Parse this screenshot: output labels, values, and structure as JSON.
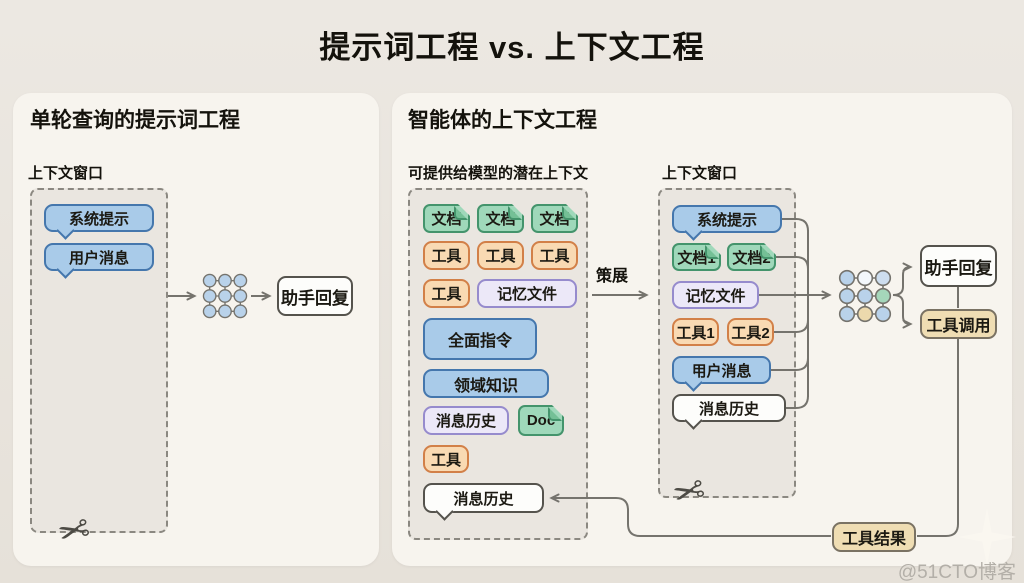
{
  "title": "提示词工程 vs. 上下文工程",
  "watermark": "@51CTO博客",
  "icons": {
    "scissors": "✂"
  },
  "colors": {
    "background": "#e8e4dc",
    "card": "#f7f4ee",
    "dashed_box": "#eae6e0",
    "blue_fill": "#a9cbe9",
    "blue_border": "#4577ad",
    "green_fill": "#9fd8ba",
    "green_border": "#44946c",
    "orange_fill": "#f9dab3",
    "orange_border": "#d28048",
    "purple_fill": "#ece8f8",
    "purple_border": "#968bcd",
    "tan_fill": "#efddb3",
    "tan_border": "#7a7263",
    "line": "#75736d",
    "node_blue": "#b9d2ea",
    "node_green": "#a5d6ba",
    "node_tan": "#ecd9ad",
    "node_white": "#f3f7fb"
  },
  "left": {
    "heading": "单轮查询的提示词工程",
    "window_label": "上下文窗口",
    "system_prompt": "系统提示",
    "user_message": "用户消息",
    "assistant_reply": "助手回复"
  },
  "right": {
    "heading": "智能体的上下文工程",
    "potential_label": "可提供给模型的潜在上下文",
    "window_label": "上下文窗口",
    "curation": "策展",
    "potential": {
      "docs": [
        "文档",
        "文档",
        "文档"
      ],
      "tools_row": [
        "工具",
        "工具",
        "工具"
      ],
      "tool_single1": "工具",
      "memory_file": "记忆文件",
      "full_instructions": "全面指令",
      "domain_knowledge": "领域知识",
      "message_history": "消息历史",
      "doc_en": "Doc",
      "tool_single2": "工具",
      "message_history_bubble": "消息历史"
    },
    "window": {
      "system_prompt": "系统提示",
      "docs": [
        "文档1",
        "文档2"
      ],
      "memory_file": "记忆文件",
      "tools": [
        "工具1",
        "工具2"
      ],
      "user_message": "用户消息",
      "message_history": "消息历史"
    },
    "assistant_reply": "助手回复",
    "tool_call": "工具调用",
    "tool_result": "工具结果"
  }
}
